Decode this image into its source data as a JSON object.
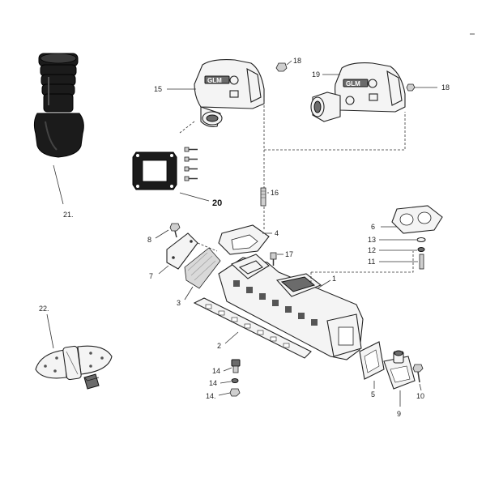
{
  "diagram": {
    "callouts": {
      "c1": "1",
      "c2": "2",
      "c3": "3",
      "c4": "4",
      "c5": "5",
      "c6": "6",
      "c7": "7",
      "c8": "8",
      "c9": "9",
      "c10": "10",
      "c11": "11",
      "c12": "12",
      "c13": "13",
      "c14a": "14",
      "c14b": "14",
      "c14c": "14.",
      "c15": "15",
      "c16": "16",
      "c17": "17",
      "c18a": "18",
      "c18b": "18",
      "c19": "19",
      "c20": "20",
      "c21": "21.",
      "c22": "22."
    },
    "logo_text": "GLM",
    "colors": {
      "line": "#222222",
      "dark_part": "#1b1b1b",
      "paper": "#ffffff"
    }
  }
}
